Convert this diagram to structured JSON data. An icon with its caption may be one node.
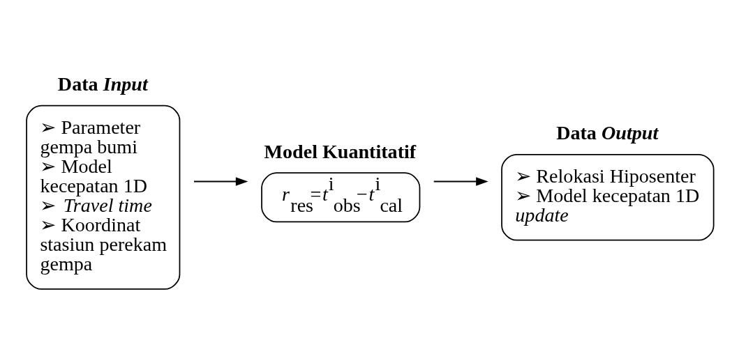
{
  "diagram": {
    "nodes": [
      {
        "text": [
          "Data *Input*",
          "➢ Parameter gempa bumi",
          "➢ Model kecepatan 1D",
          "➢ *Travel time*",
          "➢ Koordinat stasiun perekam gempa"
        ]
      },
      {
        "text": [
          "Model Kuantitatif",
          "*r*$_{res}$=*t*$^{i}$$_{obs}$−*t*$^{i}$$_{cal}$"
        ]
      },
      {
        "text": [
          "Data *Output*",
          "➢ Relokasi Hiposenter",
          "➢ Model kecepatan 1D *update*"
        ]
      }
    ],
    "edges": [
      {
        "from": 0,
        "to": 1,
        "arrow": "to"
      },
      {
        "from": 1,
        "to": 2,
        "arrow": "to"
      }
    ]
  }
}
